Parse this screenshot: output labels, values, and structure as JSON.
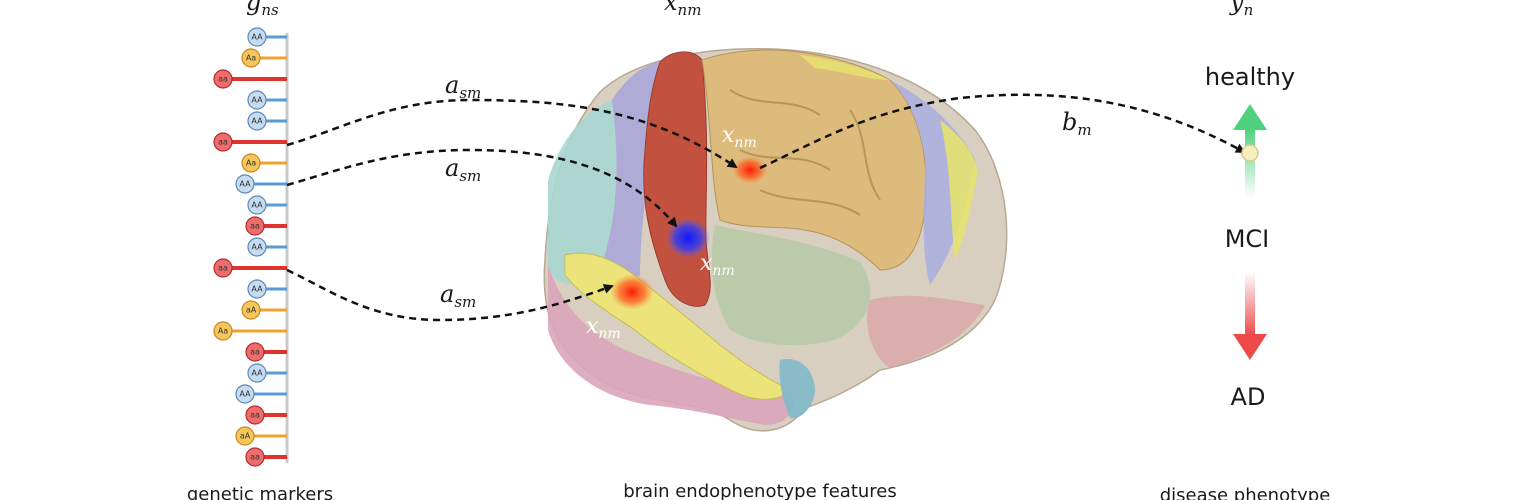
{
  "headers": {
    "genetic": {
      "base": "g",
      "sub": "ns"
    },
    "brain": {
      "base": "x",
      "sub": "nm"
    },
    "disease": {
      "base": "y",
      "sub": "n"
    }
  },
  "captions": {
    "genetic": "genetic markers",
    "brain": "brain endophenotype features",
    "disease": "disease phenotype"
  },
  "disease_scale": {
    "top": "healthy",
    "middle": "MCI",
    "bottom": "AD"
  },
  "edge_labels": {
    "a": {
      "base": "a",
      "sub": "sm"
    },
    "b": {
      "base": "b",
      "sub": "m"
    }
  },
  "region_labels": {
    "base": "x",
    "sub": "nm"
  },
  "genetic_markers": [
    {
      "genotype": "AA",
      "type": "homozygous-major"
    },
    {
      "genotype": "Aa",
      "type": "heterozygous"
    },
    {
      "genotype": "aa",
      "type": "homozygous-minor"
    },
    {
      "genotype": "AA",
      "type": "homozygous-major"
    },
    {
      "genotype": "AA",
      "type": "homozygous-major"
    },
    {
      "genotype": "aa",
      "type": "homozygous-minor"
    },
    {
      "genotype": "Aa",
      "type": "heterozygous"
    },
    {
      "genotype": "AA",
      "type": "homozygous-major"
    },
    {
      "genotype": "AA",
      "type": "homozygous-major"
    },
    {
      "genotype": "aa",
      "type": "homozygous-minor"
    },
    {
      "genotype": "AA",
      "type": "homozygous-major"
    },
    {
      "genotype": "aa",
      "type": "homozygous-minor"
    },
    {
      "genotype": "AA",
      "type": "homozygous-major"
    },
    {
      "genotype": "aA",
      "type": "heterozygous"
    },
    {
      "genotype": "Aa",
      "type": "heterozygous"
    },
    {
      "genotype": "aa",
      "type": "homozygous-minor"
    },
    {
      "genotype": "AA",
      "type": "homozygous-major"
    },
    {
      "genotype": "AA",
      "type": "homozygous-major"
    },
    {
      "genotype": "aa",
      "type": "homozygous-minor"
    },
    {
      "genotype": "aA",
      "type": "heterozygous"
    },
    {
      "genotype": "aa",
      "type": "homozygous-minor"
    }
  ],
  "colors": {
    "homozygous-major": {
      "line": "#5b9bd5",
      "fill": "#c5dcf2",
      "stroke": "#5b86b5"
    },
    "heterozygous": {
      "line": "#f0a030",
      "fill": "#f7c65a",
      "stroke": "#c8861c"
    },
    "homozygous-minor": {
      "line": "#e0322f",
      "fill": "#ee6c6c",
      "stroke": "#b52a2a"
    },
    "healthy_arrow": "#4fd07c",
    "ad_arrow": "#ee4a4a"
  }
}
